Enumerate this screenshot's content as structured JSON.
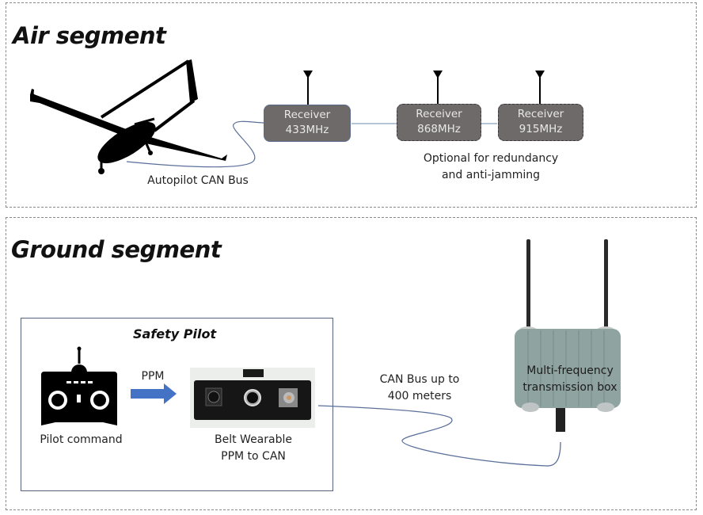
{
  "air_segment": {
    "title": "Air segment",
    "receivers": [
      {
        "line1": "Receiver",
        "line2": "433MHz",
        "optional": false
      },
      {
        "line1": "Receiver",
        "line2": "868MHz",
        "optional": true
      },
      {
        "line1": "Receiver",
        "line2": "915MHz",
        "optional": true
      }
    ],
    "autopilot_label": "Autopilot  CAN Bus",
    "optional_note_line1": "Optional for redundancy",
    "optional_note_line2": "and anti-jamming"
  },
  "ground_segment": {
    "title": "Ground segment",
    "safety_pilot": {
      "title": "Safety Pilot",
      "pilot_command_label": "Pilot command",
      "arrow_label": "PPM",
      "converter_label_line1": "Belt Wearable",
      "converter_label_line2": "PPM to CAN"
    },
    "cable_label_line1": "CAN Bus up to",
    "cable_label_line2": "400 meters",
    "transmission_box_line1": "Multi-frequency",
    "transmission_box_line2": "transmission box"
  },
  "colors": {
    "receiver_fill": "#6e6a69",
    "cable": "#5a6f9a",
    "arrow": "#4472c4",
    "box_fill": "#8fa3a0"
  }
}
